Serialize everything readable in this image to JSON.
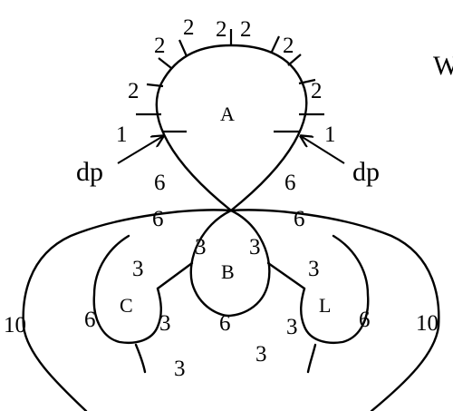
{
  "diagram": {
    "corner_mark": "W",
    "regions": {
      "a": "A",
      "b": "B",
      "c": "C",
      "l": "L"
    },
    "annotations": {
      "dp_left": "dp",
      "dp_right": "dp"
    },
    "labels": {
      "top_left_2c": "2",
      "top_left_2b": "2",
      "top_left_2a": "2",
      "top_center_2": "2",
      "top_right_2a": "2",
      "top_right_2b": "2",
      "top_right_2c": "2",
      "left_1": "1",
      "right_1": "1",
      "a_left_6": "6",
      "a_right_6": "6",
      "upper_left_6": "6",
      "upper_right_6": "6",
      "b_left_3": "3",
      "b_right_3": "3",
      "b_bottom_6": "6",
      "c_top_3": "3",
      "c_left_6": "6",
      "c_right_3": "3",
      "c_bottom_3": "3",
      "l_top_3": "3",
      "l_left_3": "3",
      "l_right_6": "6",
      "bottom_3": "3",
      "outer_left_10": "10",
      "outer_right_10": "10"
    }
  }
}
